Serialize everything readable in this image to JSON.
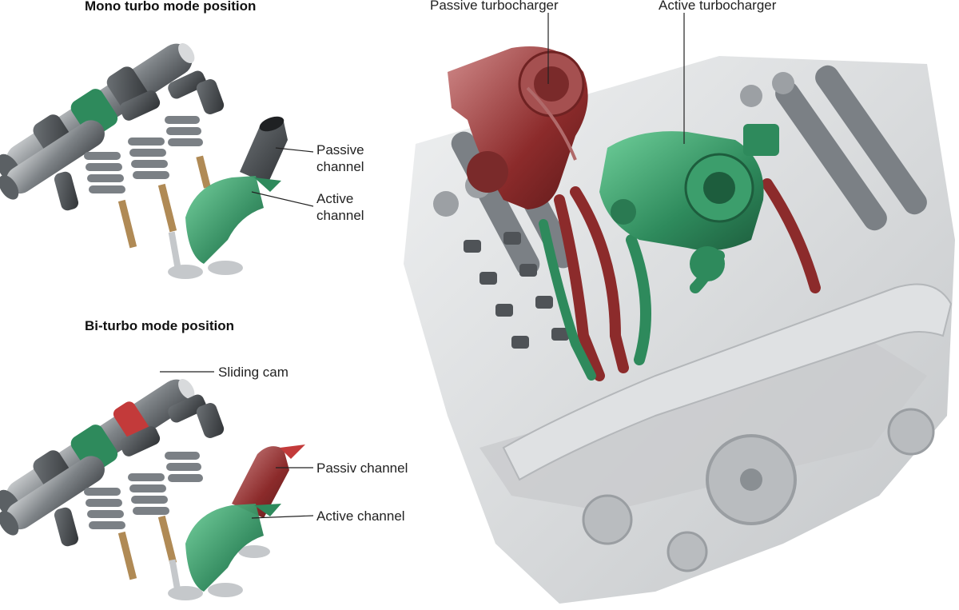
{
  "panels": {
    "mono": {
      "title": "Mono turbo mode position",
      "passive_label_line1": "Passive",
      "passive_label_line2": "channel",
      "active_label_line1": "Active",
      "active_label_line2": "channel"
    },
    "bi": {
      "title": "Bi-turbo mode position",
      "sliding_cam_label": "Sliding cam",
      "passive_label": "Passiv channel",
      "active_label": "Active channel"
    }
  },
  "engine": {
    "passive_turbo_label": "Passive turbocharger",
    "active_turbo_label": "Active turbocharger"
  },
  "colors": {
    "active": "#2e8a5c",
    "passive": "#8c2b2b",
    "steel": "#8a8f93",
    "engine": "#d6d8da"
  }
}
